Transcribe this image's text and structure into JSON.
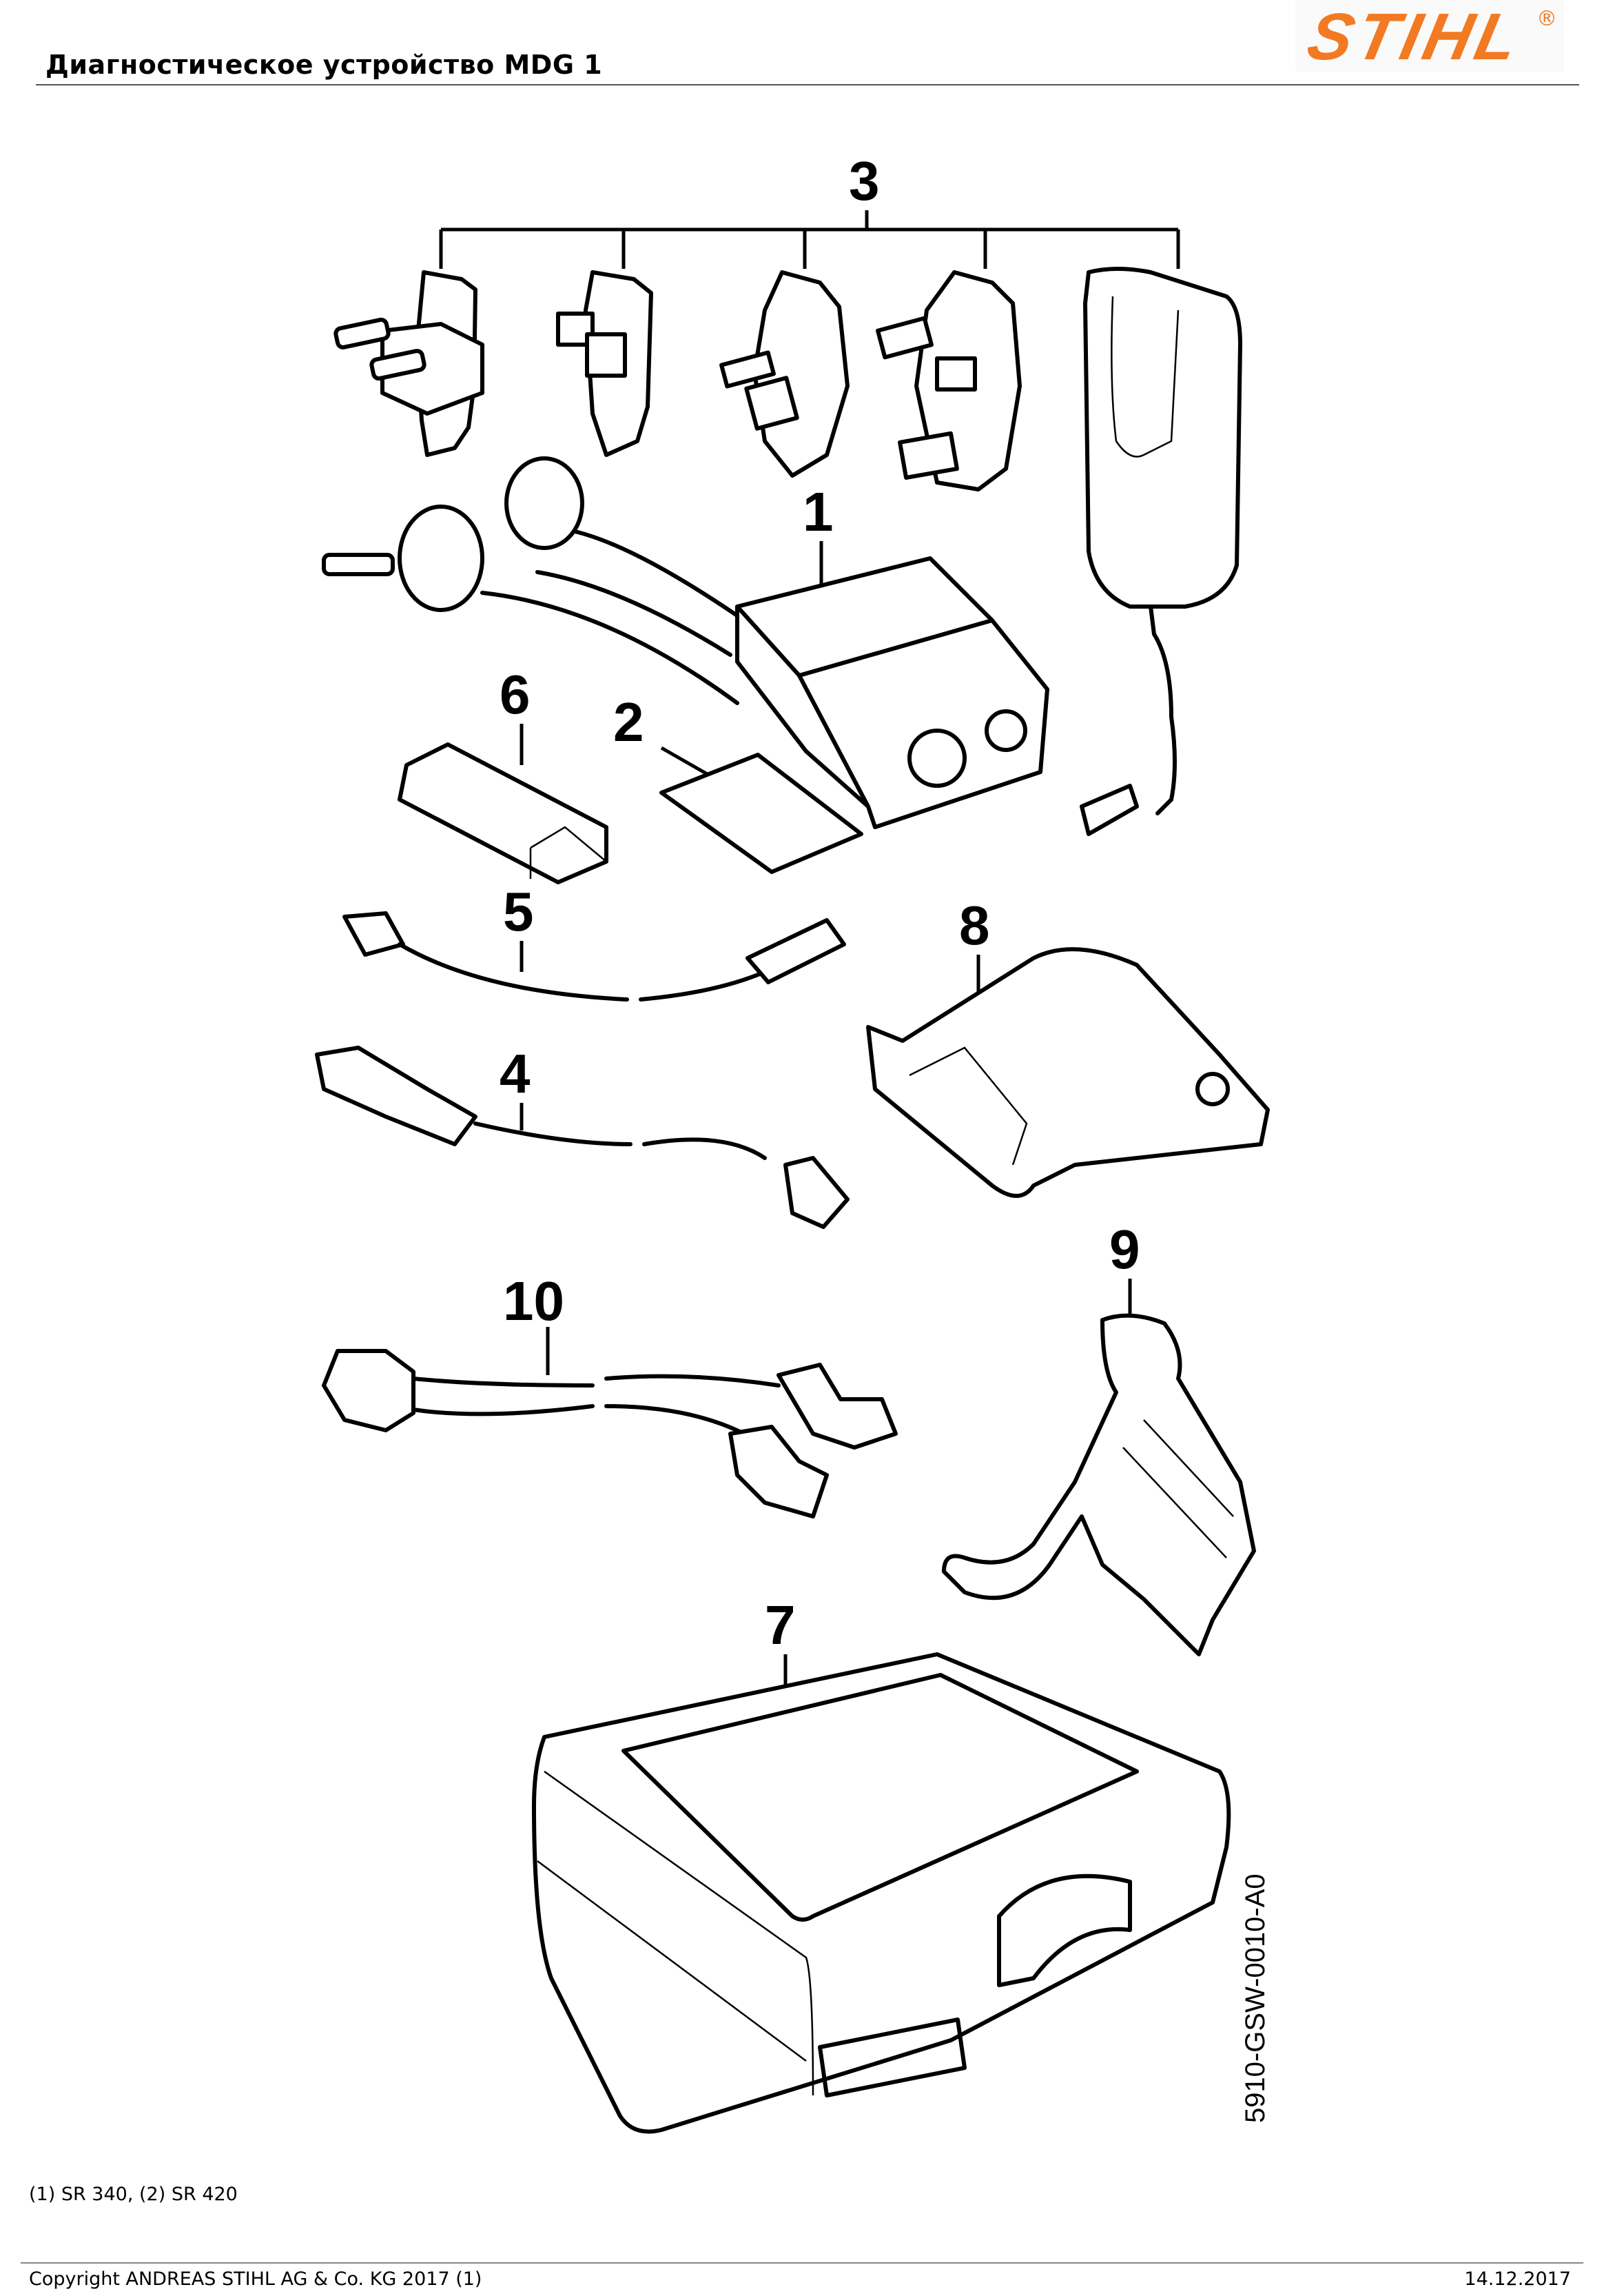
{
  "header": {
    "title": "Диагностическое устройство MDG 1",
    "brand": "STIHL",
    "brand_mark": "®",
    "brand_color": "#f27a22"
  },
  "diagram": {
    "drawing_id": "5910-GSW-0010-A0",
    "callouts": [
      {
        "id": "1",
        "label": "1",
        "part": "diagnostic-interface-unit"
      },
      {
        "id": "2",
        "label": "2",
        "part": "label-card"
      },
      {
        "id": "3",
        "label": "3",
        "part": "power-supply-with-adapters"
      },
      {
        "id": "4",
        "label": "4",
        "part": "adapter-cable-flat-plug"
      },
      {
        "id": "5",
        "label": "5",
        "part": "connecting-cable"
      },
      {
        "id": "6",
        "label": "6",
        "part": "usb-stick"
      },
      {
        "id": "7",
        "label": "7",
        "part": "carrying-case"
      },
      {
        "id": "8",
        "label": "8",
        "part": "holder"
      },
      {
        "id": "9",
        "label": "9",
        "part": "clip"
      },
      {
        "id": "10",
        "label": "10",
        "part": "y-adapter-cable"
      }
    ]
  },
  "footnote": "(1) SR 340, (2) SR 420",
  "footer": {
    "copyright": "Copyright ANDREAS STIHL AG & Co. KG 2017 (1)",
    "date": "14.12.2017"
  }
}
